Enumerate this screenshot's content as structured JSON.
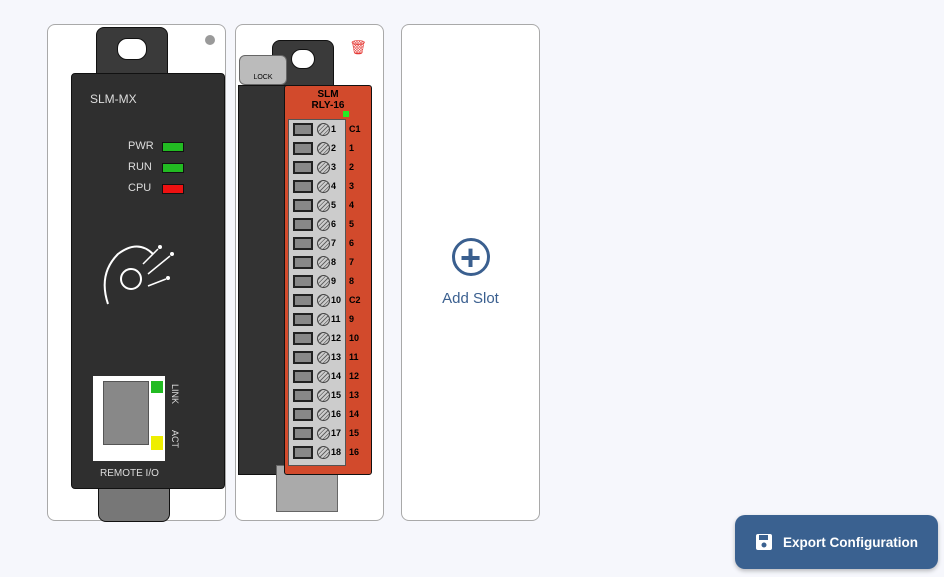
{
  "module1": {
    "name": "SLM-MX",
    "leds": [
      {
        "label": "PWR",
        "color": "#22bb22"
      },
      {
        "label": "RUN",
        "color": "#22bb22"
      },
      {
        "label": "CPU",
        "color": "#ee1111"
      }
    ],
    "port_label": "REMOTE I/O",
    "link_label": "LINK",
    "act_label": "ACT"
  },
  "module2": {
    "brand": "SLM",
    "model": "RLY-16",
    "lock_label": "LOCK",
    "terminals": [
      "1",
      "2",
      "3",
      "4",
      "5",
      "6",
      "7",
      "8",
      "9",
      "10",
      "11",
      "12",
      "13",
      "14",
      "15",
      "16",
      "17",
      "18"
    ],
    "channels": [
      "C1",
      "1",
      "2",
      "3",
      "4",
      "5",
      "6",
      "7",
      "8",
      "C2",
      "9",
      "10",
      "11",
      "12",
      "13",
      "14",
      "15",
      "16"
    ]
  },
  "add_slot": {
    "label": "Add Slot"
  },
  "export": {
    "label": "Export Configuration"
  },
  "colors": {
    "accent": "#3a6190",
    "relay": "#d24a2c"
  }
}
